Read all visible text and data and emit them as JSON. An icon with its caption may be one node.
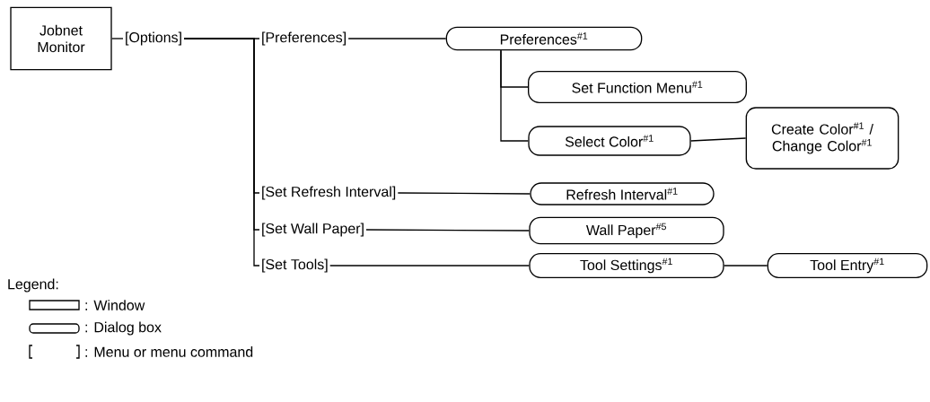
{
  "diagram": {
    "nodes": [
      {
        "text": [
          "Jobnet Monitor"
        ]
      },
      {
        "text": [
          "[Options]"
        ]
      },
      {
        "text": [
          "[Preferences]"
        ]
      },
      {
        "text": [
          "Preferences$^{#1}$"
        ]
      },
      {
        "text": [
          "Set Function Menu$^{#1}$"
        ]
      },
      {
        "text": [
          "Select Color$^{#1}$"
        ]
      },
      {
        "text": [
          "Create Color$^{#1}$ / Change Color$^{#1}$"
        ]
      },
      {
        "text": [
          "[Set Refresh Interval]"
        ]
      },
      {
        "text": [
          "Refresh Interval$^{#1}$"
        ]
      },
      {
        "text": [
          "[Set Wall Paper]"
        ]
      },
      {
        "text": [
          "Wall Paper$^{#5}$"
        ]
      },
      {
        "text": [
          "[Set Tools]"
        ]
      },
      {
        "text": [
          "Tool Settings$^{#1}$"
        ]
      },
      {
        "text": [
          "Tool Entry$^{#1}$"
        ]
      }
    ],
    "edges": [
      {
        "from": 0,
        "to": 1,
        "arrow": "none"
      },
      {
        "from": 1,
        "to": 2,
        "arrow": "none"
      },
      {
        "from": 1,
        "to": 7,
        "arrow": "none"
      },
      {
        "from": 1,
        "to": 9,
        "arrow": "none"
      },
      {
        "from": 1,
        "to": 11,
        "arrow": "none"
      },
      {
        "from": 2,
        "to": 3,
        "arrow": "none"
      },
      {
        "from": 3,
        "to": 4,
        "arrow": "none"
      },
      {
        "from": 3,
        "to": 5,
        "arrow": "none"
      },
      {
        "from": 5,
        "to": 6,
        "arrow": "none"
      },
      {
        "from": 7,
        "to": 8,
        "arrow": "none"
      },
      {
        "from": 9,
        "to": 10,
        "arrow": "none"
      },
      {
        "from": 11,
        "to": 12,
        "arrow": "none"
      },
      {
        "from": 12,
        "to": 13,
        "arrow": "none"
      }
    ],
    "labels": [
      "Legend:"
    ],
    "legend": [
      {
        "text": ": Window"
      },
      {
        "text": ": Dialog box"
      },
      {
        "text": ": Menu or menu command"
      }
    ]
  }
}
